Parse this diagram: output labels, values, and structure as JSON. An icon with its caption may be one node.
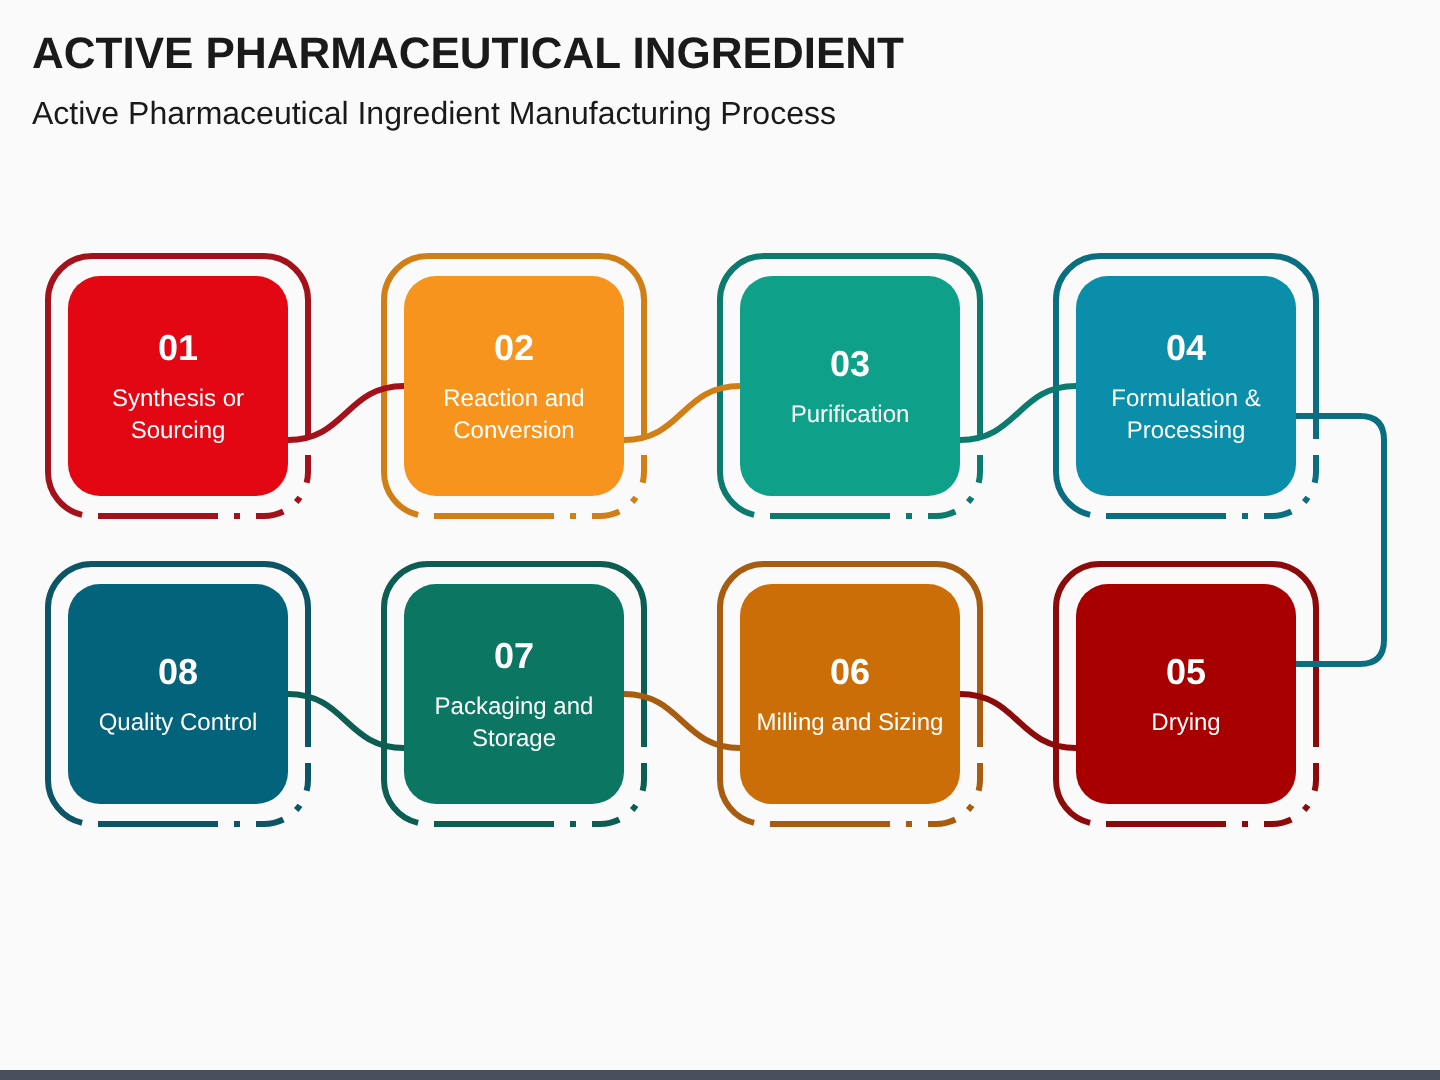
{
  "diagram": {
    "title": "ACTIVE PHARMACEUTICAL INGREDIENT",
    "caption": "Active Pharmaceutical Ingredient Manufacturing Process",
    "nodes": [
      {
        "text": [
          "01",
          "Synthesis or Sourcing"
        ]
      },
      {
        "text": [
          "02",
          "Reaction and Conversion"
        ]
      },
      {
        "text": [
          "03",
          "Purification"
        ]
      },
      {
        "text": [
          "04",
          "Formulation & Processing"
        ]
      },
      {
        "text": [
          "05",
          "Drying"
        ]
      },
      {
        "text": [
          "06",
          "Milling and Sizing"
        ]
      },
      {
        "text": [
          "07",
          "Packaging and Storage"
        ]
      },
      {
        "text": [
          "08",
          "Quality Control"
        ]
      }
    ],
    "edges": [
      {
        "from": 0,
        "to": 1,
        "arrow": "none",
        "color": "#a3111a"
      },
      {
        "from": 1,
        "to": 2,
        "arrow": "none",
        "color": "#d07f16"
      },
      {
        "from": 2,
        "to": 3,
        "arrow": "none",
        "color": "#0c7a6c"
      },
      {
        "from": 3,
        "to": 4,
        "arrow": "none",
        "color": "#0b6e80"
      },
      {
        "from": 4,
        "to": 5,
        "arrow": "none",
        "color": "#8c0a0a"
      },
      {
        "from": 5,
        "to": 6,
        "arrow": "none",
        "color": "#a75c10"
      },
      {
        "from": 6,
        "to": 7,
        "arrow": "none",
        "color": "#0c5e52"
      }
    ]
  }
}
